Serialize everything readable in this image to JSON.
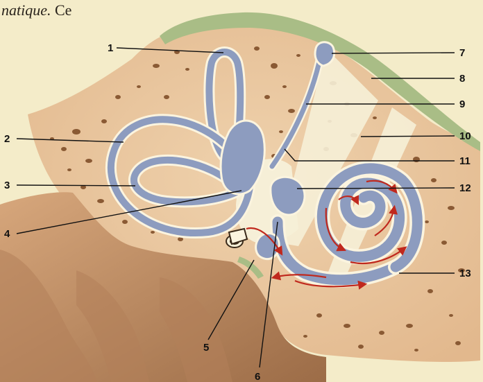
{
  "caption": {
    "italic": "natique.",
    "rest": " Ce"
  },
  "labels": {
    "n1": "1",
    "n2": "2",
    "n3": "3",
    "n4": "4",
    "n5": "5",
    "n6": "6",
    "n7": "7",
    "n8": "8",
    "n9": "9",
    "n10": "10",
    "n11": "11",
    "n12": "12",
    "n13": "13"
  },
  "colors": {
    "page": "#f4ecc9",
    "bone": "#e9c49c",
    "bone_pore": "#8a5a34",
    "membranous_labyrinth": "#8d9cbf",
    "labyrinth_outline": "#fbf4df",
    "dura": "#a9bd86",
    "flow_arrows": "#c0281d",
    "cavity": "#f6efd7",
    "skull_shadow": "#b98a62"
  }
}
